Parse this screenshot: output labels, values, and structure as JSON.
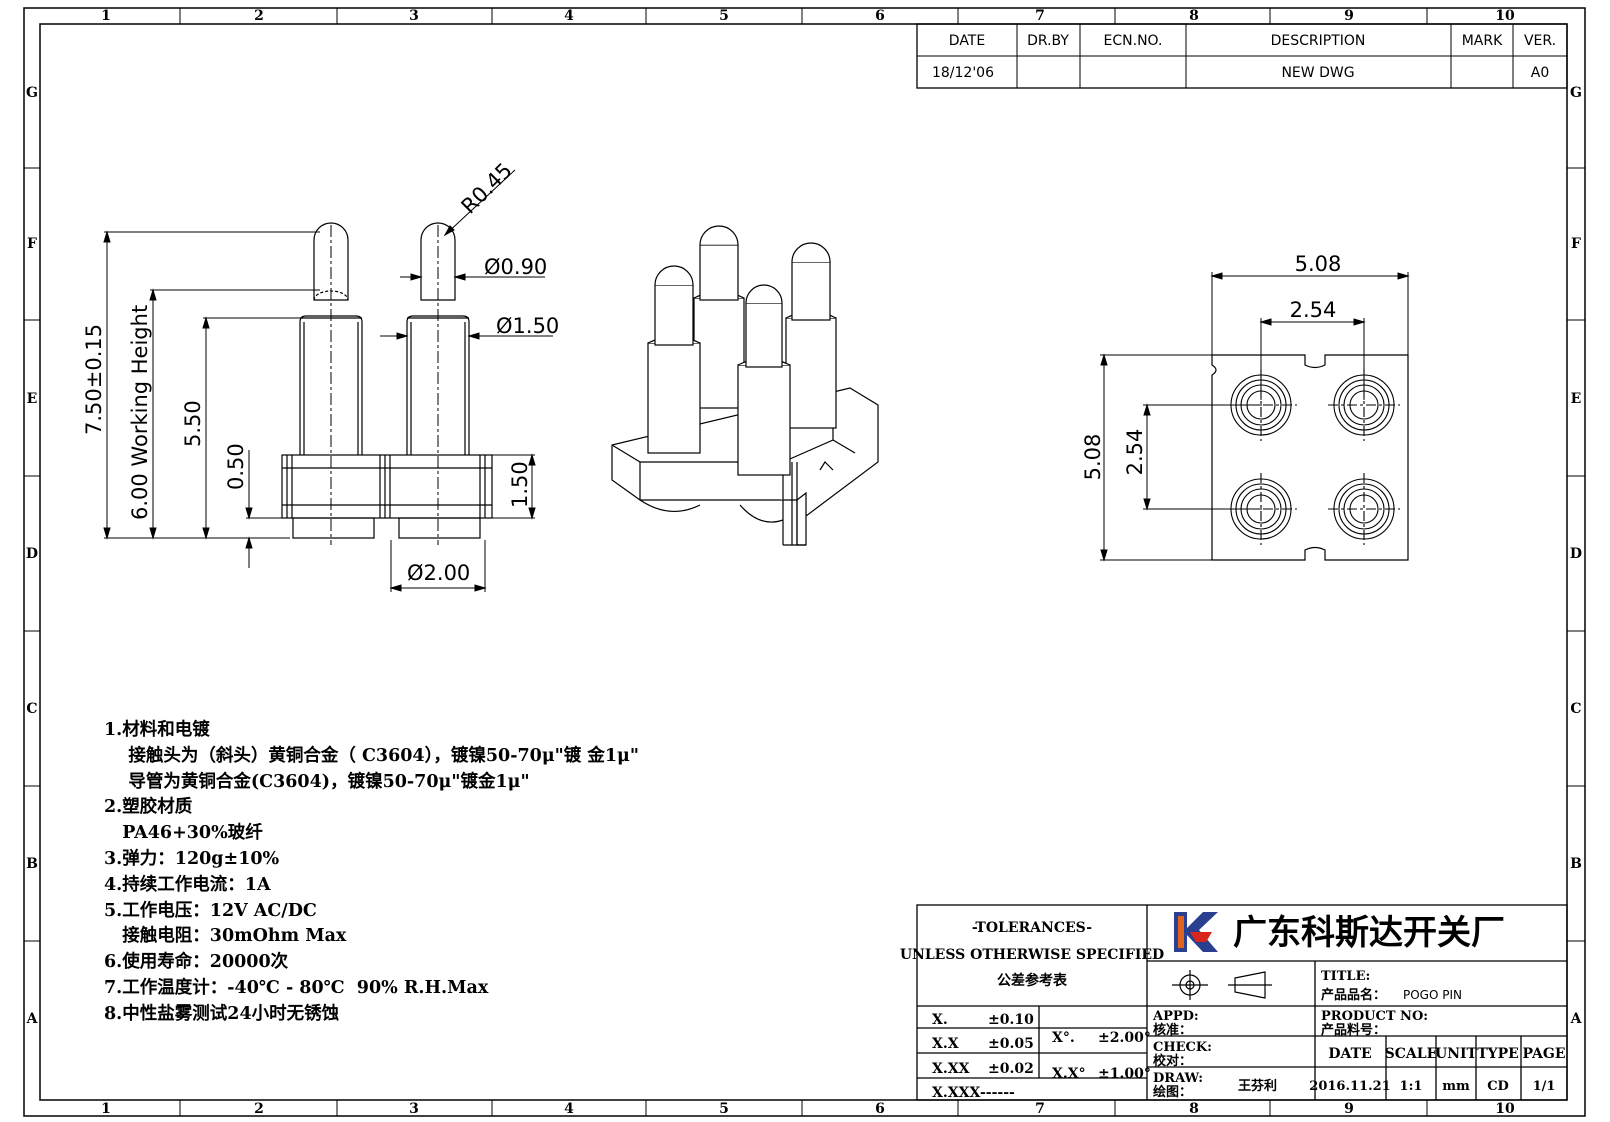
{
  "frame": {
    "col_markers": [
      "1",
      "2",
      "3",
      "4",
      "5",
      "6",
      "7",
      "8",
      "9",
      "10"
    ],
    "row_markers": [
      "G",
      "F",
      "E",
      "D",
      "C",
      "B",
      "A"
    ]
  },
  "revision_table": {
    "headers": [
      "DATE",
      "DR.BY",
      "ECN.NO.",
      "DESCRIPTION",
      "MARK",
      "VER."
    ],
    "row": [
      "18/12'06",
      "",
      "",
      "NEW DWG",
      "",
      "A0"
    ]
  },
  "side_view": {
    "radius": "R0.45",
    "tip_dia": "Ø0.90",
    "barrel_dia": "Ø1.50",
    "base_dia": "Ø2.00",
    "total_height": "7.50±0.15",
    "working_height": "6.00 Working Height",
    "body_height": "5.50",
    "bottom_gap": "0.50",
    "base_height": "1.50"
  },
  "top_view": {
    "width": "5.08",
    "pitch_x": "2.54",
    "height": "5.08",
    "pitch_y": "2.54"
  },
  "notes": [
    "1.材料和电镀",
    "    接触头为（斜头）黄铜合金（ C3604），镀镍50-70μ\"镀 金1μ\"",
    "    导管为黄铜合金(C3604)，镀镍50-70μ\"镀金1μ\"",
    "2.塑胶材质",
    "   PA46+30%玻纤",
    "3.弹力：120g±10%",
    "4.持续工作电流：1A",
    "5.工作电压：12V AC/DC",
    "   接触电阻：30mOhm Max",
    "6.使用寿命：20000次",
    "7.工作温度计：-40℃ - 80℃  90% R.H.Max",
    "8.中性盐雾测试24小时无锈蚀"
  ],
  "title_block": {
    "tol_title": "-TOLERANCES-",
    "tol_sub": "UNLESS OTHERWISE SPECIFIED",
    "tol_cn": "公差参考表",
    "tol_rows": [
      {
        "k": "X.",
        "v": "±0.10"
      },
      {
        "k": "X.X",
        "v": "±0.05"
      },
      {
        "k": "X.XX",
        "v": "±0.02"
      },
      {
        "k": "X.XXX",
        "v": "------"
      }
    ],
    "ang_rows": [
      {
        "k": "X°.",
        "v": "±2.00°"
      },
      {
        "k": "X.X°",
        "v": "±1.00°"
      }
    ],
    "company": "广东科斯达开关厂",
    "title_label": "TITLE:",
    "product_name_label": "产品品名：",
    "product_name": "POGO PIN",
    "appd_label": "APPD:",
    "appd_cn": "核准：",
    "product_no_label": "PRODUCT NO:",
    "product_no_cn": "产品料号：",
    "check_label": "CHECK:",
    "check_cn": "校对：",
    "draw_label": "DRAW:",
    "draw_cn": "绘图：",
    "drawer": "王芬利",
    "info_headers": [
      "DATE",
      "SCALE",
      "UNIT",
      "TYPE",
      "PAGE"
    ],
    "info_values": [
      "2016.11.21",
      "1:1",
      "mm",
      "CD",
      "1/1"
    ]
  }
}
